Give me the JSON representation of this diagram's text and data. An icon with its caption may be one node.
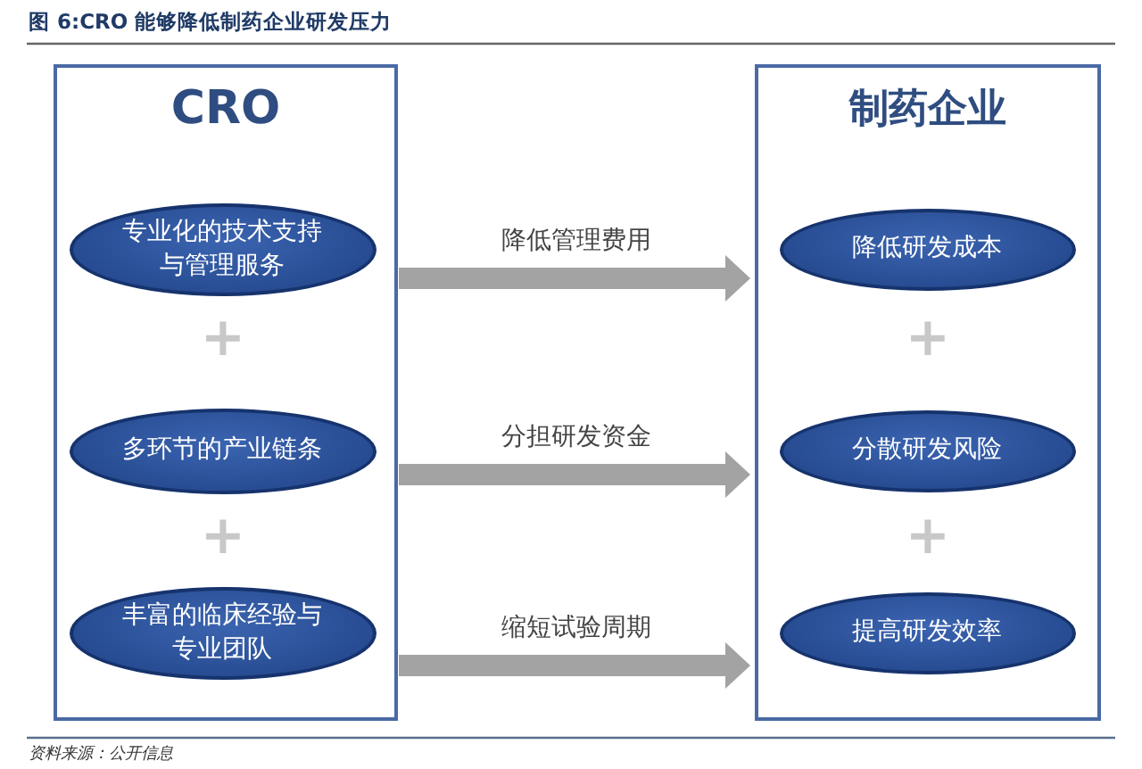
{
  "diagram": {
    "title": "图 6:CRO 能够降低制药企业研发压力",
    "caption": "资料来源：公开信息",
    "nodes": [
      {
        "text": [
          "CRO"
        ]
      },
      {
        "text": [
          "专业化的技术支持与管理服务"
        ],
        "in": 0
      },
      {
        "text": [
          "多环节的产业链条"
        ],
        "in": 0
      },
      {
        "text": [
          "丰富的临床经验与专业团队"
        ],
        "in": 0
      },
      {
        "text": [
          "制药企业"
        ]
      },
      {
        "text": [
          "降低研发成本"
        ],
        "in": 4
      },
      {
        "text": [
          "分散研发风险"
        ],
        "in": 4
      },
      {
        "text": [
          "提高研发效率"
        ],
        "in": 4
      }
    ],
    "edges": [
      {
        "from": 0,
        "to": 4,
        "arrow": "to",
        "label": "降低管理费用"
      },
      {
        "from": 0,
        "to": 4,
        "arrow": "to",
        "label": "分担研发资金"
      },
      {
        "from": 0,
        "to": 4,
        "arrow": "to",
        "label": "缩短试验周期"
      }
    ],
    "labels": [
      "+",
      "+",
      "+",
      "+"
    ]
  }
}
